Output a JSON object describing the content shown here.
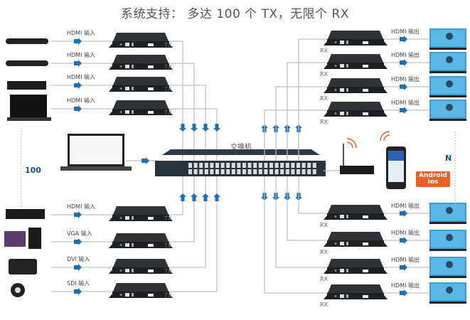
{
  "title": "系统支持： 多达 100 个 TX，无限个 RX",
  "switch_label": "交换机",
  "tx_count_label": "100",
  "rx_count_label": "N",
  "tx_label": "TX",
  "rx_label": "RX",
  "app_badge": {
    "line1": "Android",
    "line2": "ios"
  },
  "colors": {
    "accent": "#1f6fb2",
    "line": "#b9c0c8",
    "badge": "#e8622a",
    "count": "#1d4f91"
  },
  "transmitters": [
    {
      "source": "blu-ray-player",
      "input_label": "HDMI 输入"
    },
    {
      "source": "blu-ray-player",
      "input_label": "HDMI 输入"
    },
    {
      "source": "set-top-box",
      "input_label": "HDMI 输入"
    },
    {
      "source": "laptop",
      "input_label": "HDMI 输入"
    },
    {
      "source": "dvr-recorder",
      "input_label": "HDMI 输入"
    },
    {
      "source": "desktop-pc",
      "input_label": "VGA 输入"
    },
    {
      "source": "video-camera",
      "input_label": "DVI 输入"
    },
    {
      "source": "ip-camera",
      "input_label": "SDI 输入"
    }
  ],
  "receivers": [
    {
      "output_label": "HDMI 输出"
    },
    {
      "output_label": "HDMI 输出"
    },
    {
      "output_label": "HDMI 输出"
    },
    {
      "output_label": "HDMI 输出"
    },
    {
      "output_label": "HDMI 输出"
    },
    {
      "output_label": "HDMI 输出"
    },
    {
      "output_label": "HDMI 输出"
    },
    {
      "output_label": "HDMI 输出"
    }
  ]
}
